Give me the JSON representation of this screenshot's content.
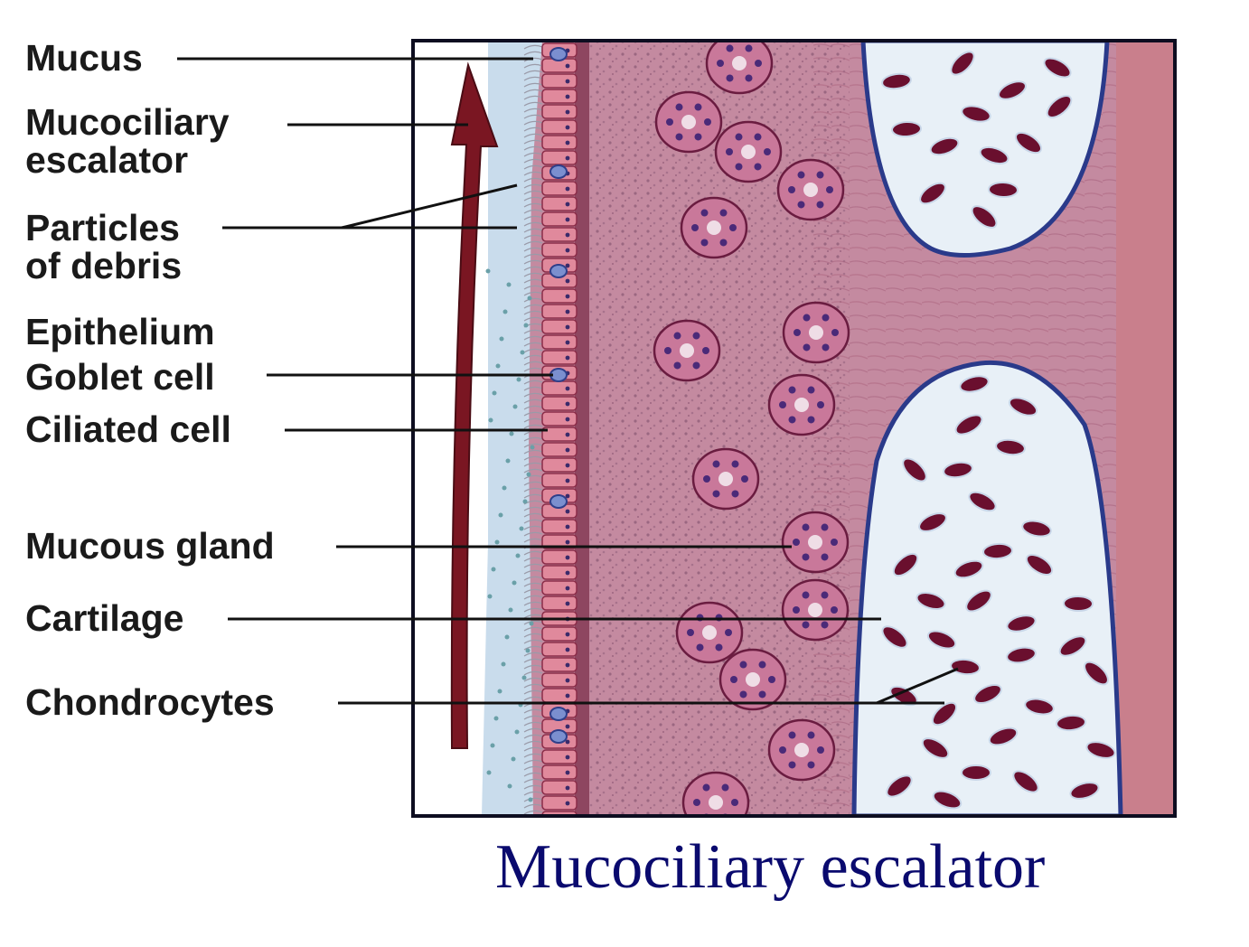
{
  "labels": {
    "mucus": "Mucus",
    "mucociliary_line1": "Mucociliary",
    "mucociliary_line2": "escalator",
    "particles_line1": "Particles",
    "particles_line2": "of debris",
    "epithelium": "Epithelium",
    "goblet_cell": "Goblet cell",
    "ciliated_cell": "Ciliated cell",
    "mucous_gland": "Mucous gland",
    "cartilage": "Cartilage",
    "chondrocytes": "Chondrocytes"
  },
  "caption": "Mucociliary escalator",
  "colors": {
    "arrow": "#7a1622",
    "mucus": "#c9dcec",
    "connective_tissue": "#c48aa0",
    "cartilage_matrix": "#e8f0f7",
    "cartilage_border": "#2a3a8a",
    "chondrocyte": "#6a0f2e",
    "caption": "#0a0a6e",
    "frame": "#0d0d20"
  }
}
